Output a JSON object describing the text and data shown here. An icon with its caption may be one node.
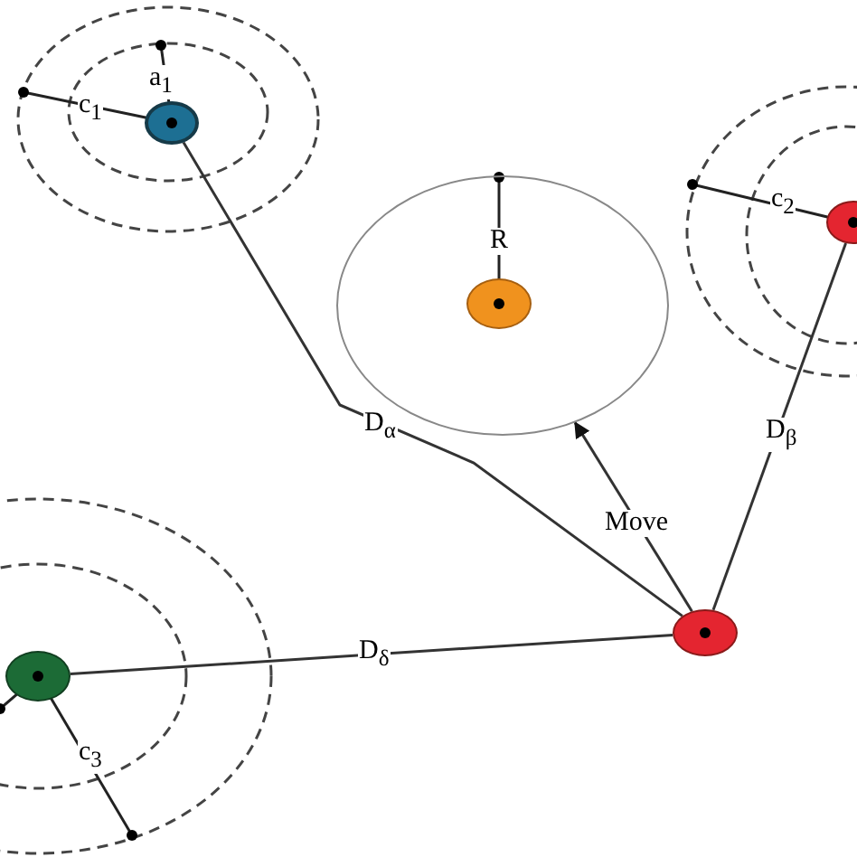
{
  "diagram": {
    "nodes": [
      {
        "text": [],
        "shape": "circle"
      },
      {
        "text": [],
        "shape": "circle"
      },
      {
        "text": [],
        "shape": "circle",
        "in": 1
      },
      {
        "text": [],
        "shape": "circle"
      },
      {
        "text": [],
        "shape": "circle"
      },
      {
        "text": [],
        "shape": "circle"
      }
    ],
    "edges": [
      {
        "from": 0,
        "to": 5,
        "arrow": "none",
        "label": "D$_{α}$"
      },
      {
        "from": 3,
        "to": 5,
        "arrow": "none",
        "label": "D$_{β}$"
      },
      {
        "from": 4,
        "to": 5,
        "arrow": "none",
        "label": "D$_{δ}$"
      },
      {
        "from": 5,
        "to": 1,
        "arrow": "to",
        "label": "Move"
      }
    ],
    "labels": [
      "a$_{1}$",
      "c$_{1}$",
      "R",
      "c$_{2}$",
      "c$_{3}$"
    ]
  }
}
